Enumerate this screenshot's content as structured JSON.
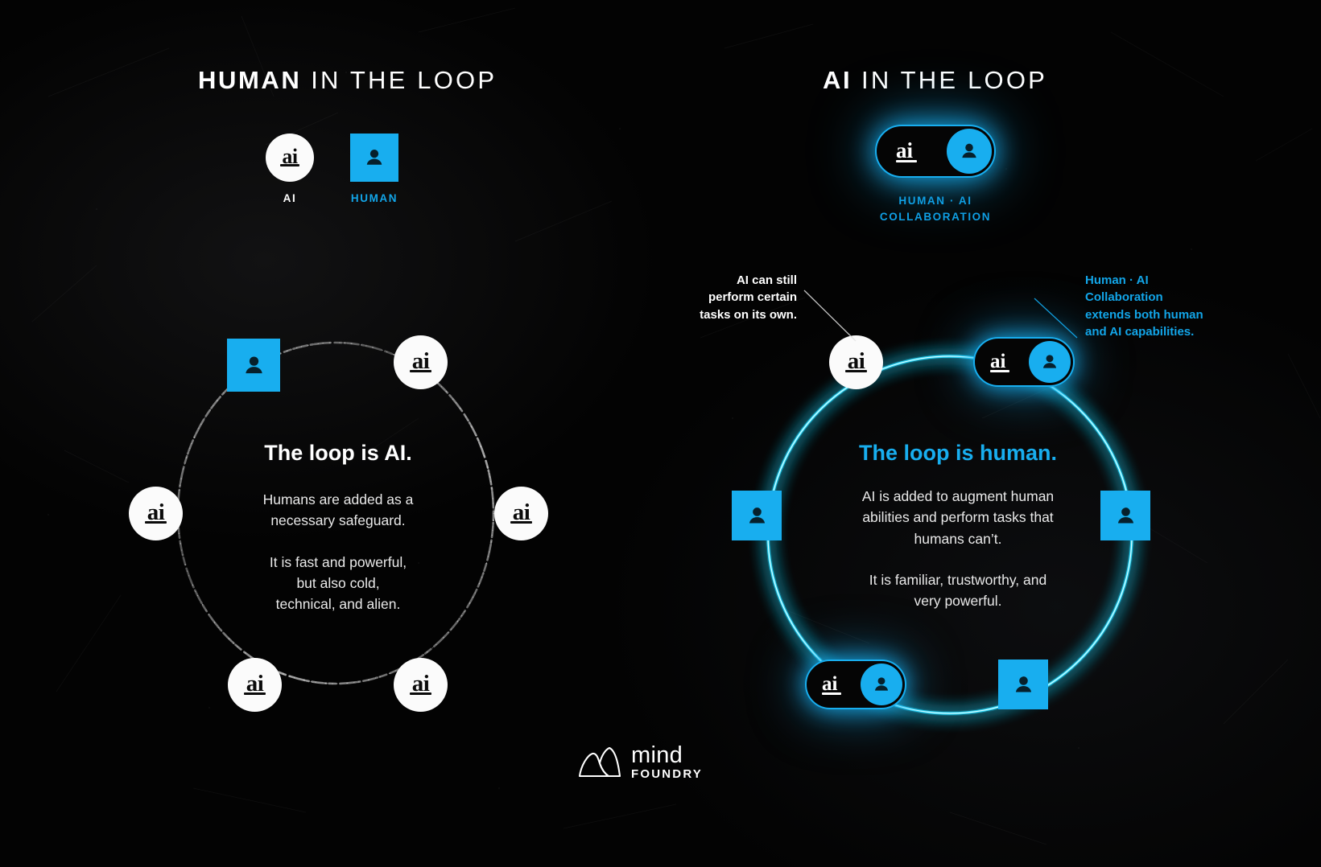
{
  "theme": {
    "background": "#000000",
    "accent_blue": "#18AEEF",
    "glow_cyan": "#22D3F5",
    "text_white": "#FFFFFF",
    "loop_gray": "#8a8a8a"
  },
  "left_panel": {
    "title_bold": "HUMAN",
    "title_rest": " IN THE LOOP",
    "legend": [
      {
        "icon": "ai-icon",
        "label": "AI",
        "color": "#FFFFFF"
      },
      {
        "icon": "human-icon",
        "label": "HUMAN",
        "color": "#12A5E8"
      }
    ],
    "loop_heading": "The loop is AI.",
    "loop_paragraphs": [
      "Humans are added as a\nnecessary safeguard.",
      "It is fast and powerful,\nbut also cold,\ntechnical, and alien."
    ],
    "loop_nodes": [
      {
        "type": "human",
        "angle": -115
      },
      {
        "type": "ai",
        "angle": -55
      },
      {
        "type": "ai",
        "angle": 5
      },
      {
        "type": "ai",
        "angle": 65
      },
      {
        "type": "ai",
        "angle": 125
      },
      {
        "type": "ai",
        "angle": 185
      }
    ]
  },
  "right_panel": {
    "title_bold": "AI",
    "title_rest": " IN THE LOOP",
    "legend": [
      {
        "icon": "human-ai-collaboration-icon",
        "label_line1": "HUMAN · AI",
        "label_line2": "COLLABORATION",
        "color": "#0f9fe4"
      }
    ],
    "loop_heading": "The loop is human.",
    "loop_paragraphs": [
      "AI is added to augment human\nabilities and perform tasks that\nhumans can’t.",
      "It is familiar, trustworthy, and\nvery powerful."
    ],
    "annotations": [
      {
        "id": "ai-alone-note",
        "color": "#FFFFFF",
        "align": "right",
        "text": "AI can still\nperform certain\ntasks on its own."
      },
      {
        "id": "collaboration-note",
        "color": "#12A5E8",
        "align": "left",
        "text": "Human · AI\nCollaboration\nextends both human\nand AI capabilities."
      }
    ],
    "loop_nodes": [
      {
        "type": "ai",
        "angle": -115
      },
      {
        "type": "combo",
        "angle": -55
      },
      {
        "type": "human",
        "angle": 5
      },
      {
        "type": "human",
        "angle": 65
      },
      {
        "type": "combo",
        "angle": 125
      },
      {
        "type": "human",
        "angle": 185
      }
    ]
  },
  "footer": {
    "logo_icon": "mind-foundry-logo-icon",
    "logo_word_top": "mind",
    "logo_word_bottom": "FOUNDRY"
  },
  "icon_glyphs": {
    "ai": "ai",
    "human": "person-silhouette"
  }
}
